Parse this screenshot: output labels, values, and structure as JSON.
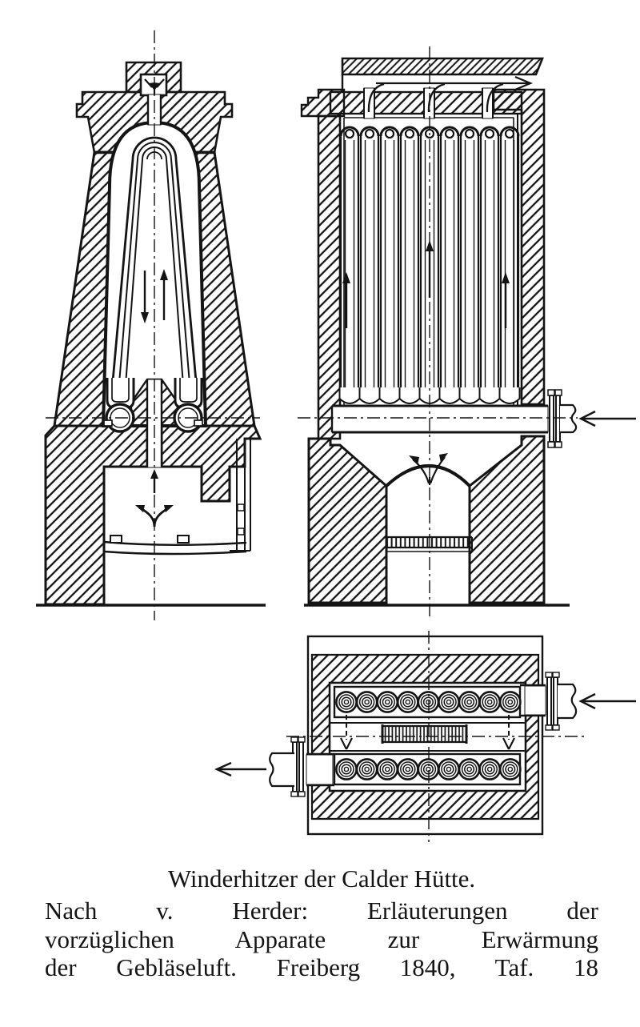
{
  "caption": {
    "title": "Winderhitzer der Calder Hütte.",
    "line2": "Nach v. Herder: Erläuterungen der",
    "line3": "vorzüglichen Apparate zur Erwärmung",
    "line4": "der Gebläseluft. Freiberg 1840, Taf. 18"
  },
  "colors": {
    "ink": "#141414",
    "paper": "#ffffff"
  }
}
